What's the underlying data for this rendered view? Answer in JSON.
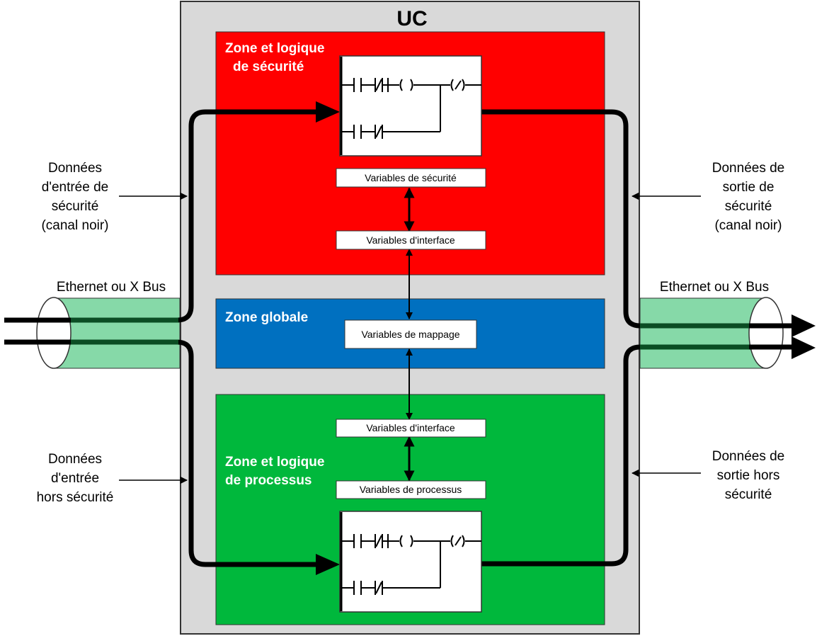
{
  "cpu": {
    "title": "UC"
  },
  "zones": {
    "safety": {
      "title_line1": "Zone et logique",
      "title_line2": "de sécurité",
      "color": "#ff0000"
    },
    "global": {
      "title": "Zone globale",
      "color": "#0070c0"
    },
    "process": {
      "title_line1": "Zone et logique",
      "title_line2": "de processus",
      "color": "#00b83c"
    }
  },
  "variables": {
    "safety": "Variables de sécurité",
    "interface_top": "Variables d'interface",
    "mapping": "Variables de mappage",
    "interface_bottom": "Variables d'interface",
    "process": "Variables de processus"
  },
  "labels": {
    "left_top": [
      "Données",
      "d'entrée de",
      "sécurité",
      "(canal noir)"
    ],
    "right_top": [
      "Données de",
      "sortie de",
      "sécurité",
      "(canal noir)"
    ],
    "left_bottom": [
      "Données",
      "d'entrée",
      "hors sécurité"
    ],
    "right_bottom": [
      "Données de",
      "sortie hors",
      "sécurité"
    ],
    "bus_left": "Ethernet ou X Bus",
    "bus_right": "Ethernet ou X Bus"
  },
  "colors": {
    "cpu_bg": "#d9d9d9",
    "cable": "#86d9a8"
  }
}
